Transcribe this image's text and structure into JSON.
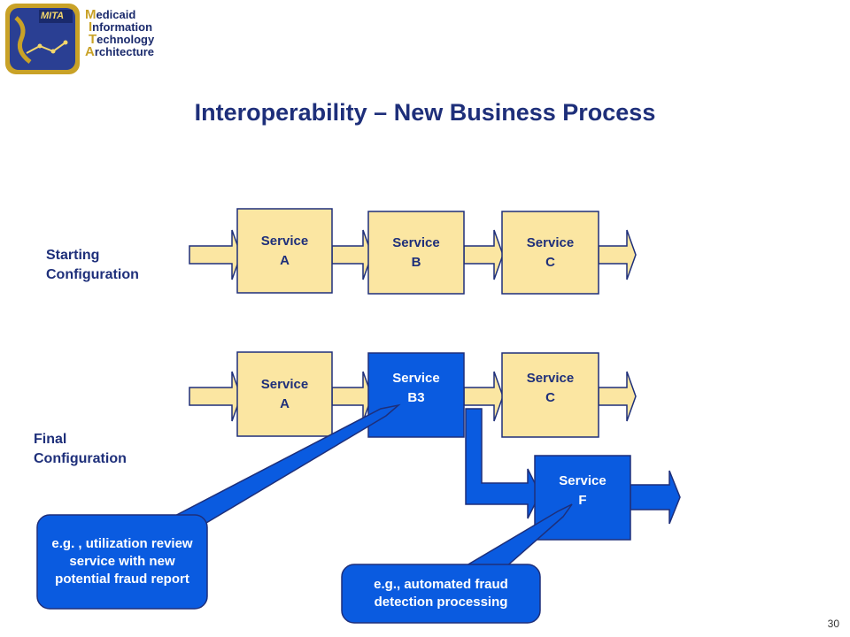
{
  "logo": {
    "badge": "MITA",
    "lines": [
      {
        "cap": "M",
        "rest": "edicaid"
      },
      {
        "cap": "I",
        "rest": "nformation"
      },
      {
        "cap": "T",
        "rest": "echnology"
      },
      {
        "cap": "A",
        "rest": "rchitecture"
      }
    ]
  },
  "title": "Interoperability – New Business Process",
  "starting": {
    "label_line1": "Starting",
    "label_line2": "Configuration",
    "services": [
      {
        "line1": "Service",
        "line2": "A"
      },
      {
        "line1": "Service",
        "line2": "B"
      },
      {
        "line1": "Service",
        "line2": "C"
      }
    ]
  },
  "final": {
    "label_line1": "Final",
    "label_line2": "Configuration",
    "services": [
      {
        "line1": "Service",
        "line2": "A"
      },
      {
        "line1": "Service",
        "line2": "B3"
      },
      {
        "line1": "Service",
        "line2": "C"
      },
      {
        "line1": "Service",
        "line2": "F"
      }
    ]
  },
  "callouts": {
    "b3_note": "e.g. , utilization review service with new potential fraud report",
    "f_note": "e.g., automated fraud detection processing"
  },
  "colors": {
    "service_fill": "#fbe6a2",
    "new_service_fill": "#0a5be0",
    "outline": "#1e2f7a",
    "title": "#1e2f7a"
  },
  "page_number": "30"
}
